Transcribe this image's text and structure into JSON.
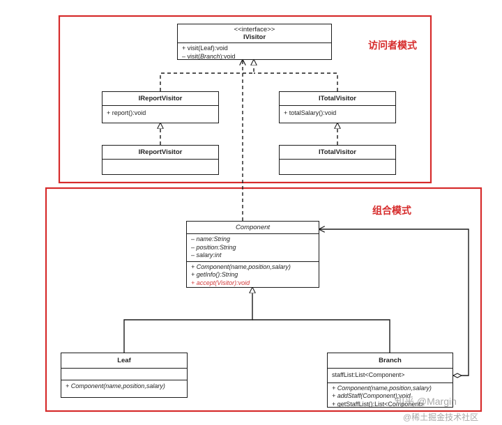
{
  "visitor_pattern": {
    "label": "访问者模式",
    "ivisitor": {
      "stereotype": "<<interface>>",
      "name": "IVisitor",
      "ops": [
        "+ visit(Leaf):void",
        "– visit(",
        "Branch",
        "):void"
      ]
    },
    "ireport_interface": {
      "name": "IReportVisitor",
      "op": "+ report():void"
    },
    "itotal_interface": {
      "name": "ITotalVisitor",
      "op": "+ totalSalary():void"
    },
    "ireport_impl": {
      "name": "IReportVisitor"
    },
    "itotal_impl": {
      "name": "ITotalVisitor"
    }
  },
  "composite_pattern": {
    "label": "组合模式",
    "component": {
      "name": "Component",
      "attrs": [
        "– name:String",
        "– position:String",
        "– salary:int"
      ],
      "ops": [
        "+ Component(name,position,salary)",
        "+ getInfo():String",
        "+ accept(Visitor):void"
      ]
    },
    "leaf": {
      "name": "Leaf",
      "op": "+ Component(name,position,salary)"
    },
    "branch": {
      "name": "Branch",
      "attr": "staffList:List<Component>",
      "ops": [
        "+ Component(name,position,salary)",
        "+ addStaff(Component):void",
        "+ getStaffList():List<Component>"
      ]
    }
  },
  "watermark": {
    "line1": "知乎 @Margin",
    "line2": "@稀土掘金技术社区"
  },
  "colors": {
    "frame": "#d62b2b",
    "line": "#1a1a1a",
    "accent": "#d23a3a"
  }
}
